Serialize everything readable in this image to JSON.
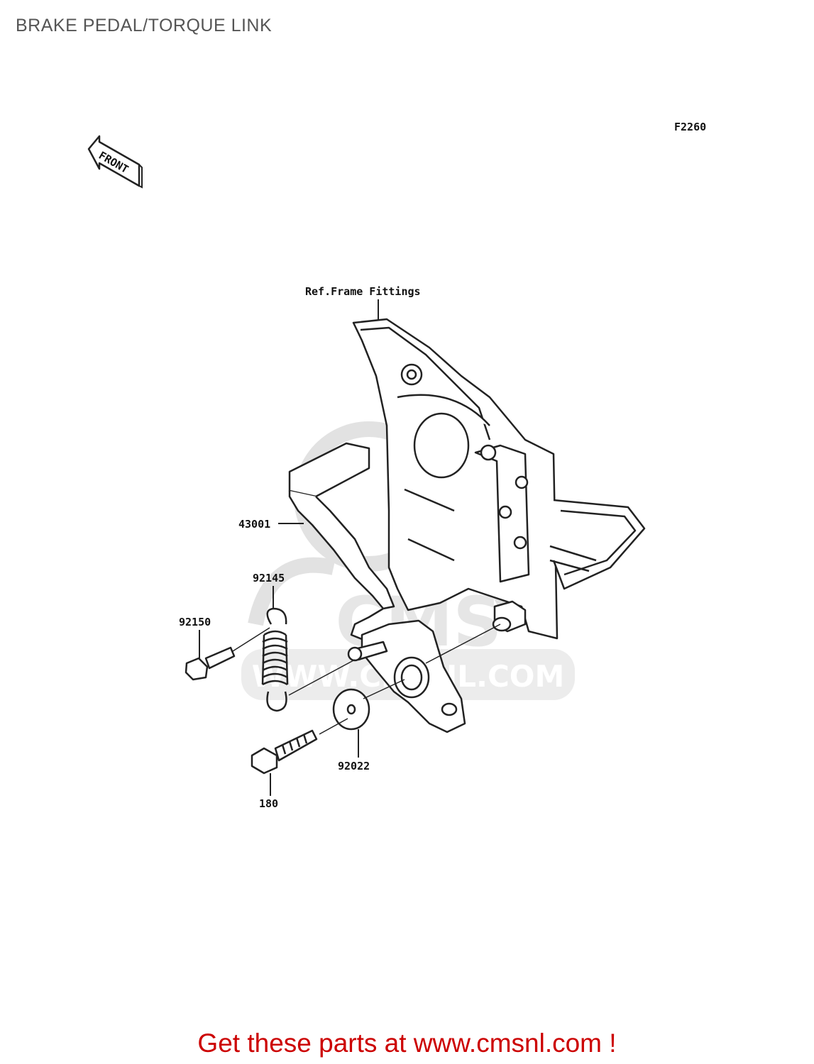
{
  "page": {
    "title": "BRAKE PEDAL/TORQUE LINK",
    "figure_code": "F2260"
  },
  "diagram": {
    "front_arrow_text": "FRONT",
    "ref_label": "Ref.Frame Fittings",
    "watermark_text": "WWW.CMSNL.COM",
    "watermark_logo_text": "CMS",
    "parts": [
      {
        "part_no": "43001"
      },
      {
        "part_no": "92145"
      },
      {
        "part_no": "92150"
      },
      {
        "part_no": "92022"
      },
      {
        "part_no": "180"
      }
    ]
  },
  "footer": {
    "cta_text": "Get these parts at www.cmsnl.com !",
    "cta_color": "#cc0000"
  },
  "colors": {
    "line": "#222222",
    "watermark": "#e2e2e2"
  }
}
